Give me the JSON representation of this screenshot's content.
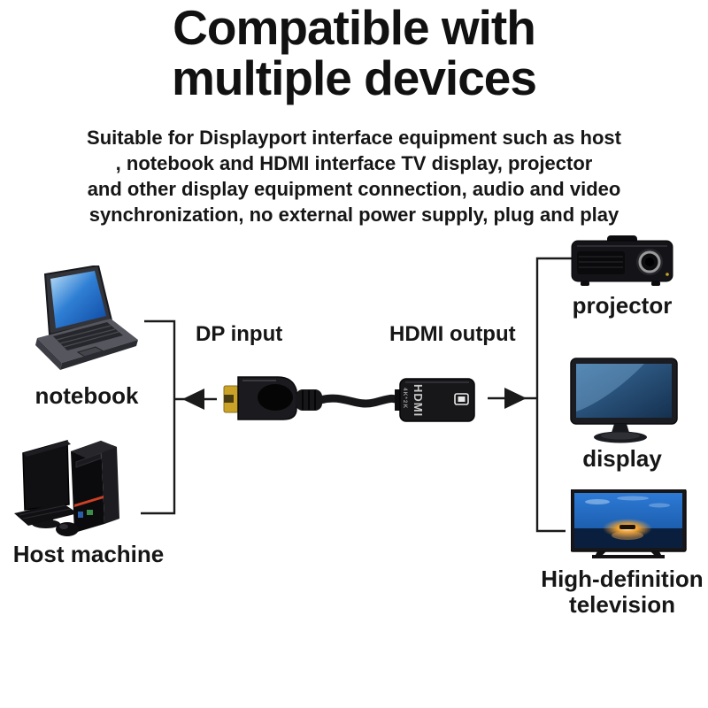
{
  "header": {
    "title_line1": "Compatible with",
    "title_line2": "multiple devices",
    "description_lines": {
      "line1": "Suitable for Displayport interface equipment such as host",
      "line2": ", notebook and HDMI interface TV display, projector",
      "line3": "and other display equipment connection, audio and video",
      "line4": "synchronization, no external power supply, plug and play"
    }
  },
  "diagram": {
    "adapter": {
      "input_label": "DP input",
      "output_label": "HDMI output",
      "body_text": "HDMI",
      "body_subtext": "4K*2K"
    },
    "sources": {
      "notebook": {
        "label": "notebook"
      },
      "host": {
        "label": "Host machine"
      }
    },
    "outputs": {
      "projector": {
        "label": "projector"
      },
      "display": {
        "label": "display"
      },
      "tv": {
        "label_line1": "High-definition",
        "label_line2": "television"
      }
    },
    "colors": {
      "text": "#1a1a1a",
      "connector_line": "#1a1a1a",
      "laptop_screen_blue": "#2f7fd4",
      "tv_sky_blue": "#2d7ad6",
      "sunset_orange": "#f0a030",
      "connector_gold": "#c9a227",
      "device_black": "#141418"
    }
  }
}
